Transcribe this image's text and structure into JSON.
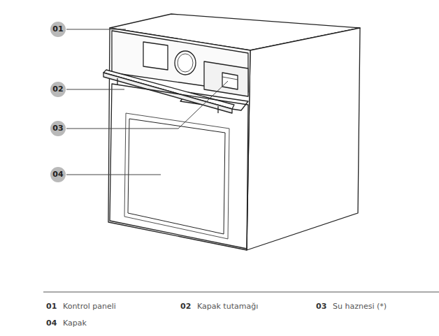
{
  "diagram": {
    "labels": [
      "01",
      "02",
      "03",
      "04",
      "01",
      "Kontrol paneli",
      "02",
      "Kapak tutamağı",
      "03",
      "Su haznesi (*)",
      "04",
      "Kapak"
    ]
  }
}
